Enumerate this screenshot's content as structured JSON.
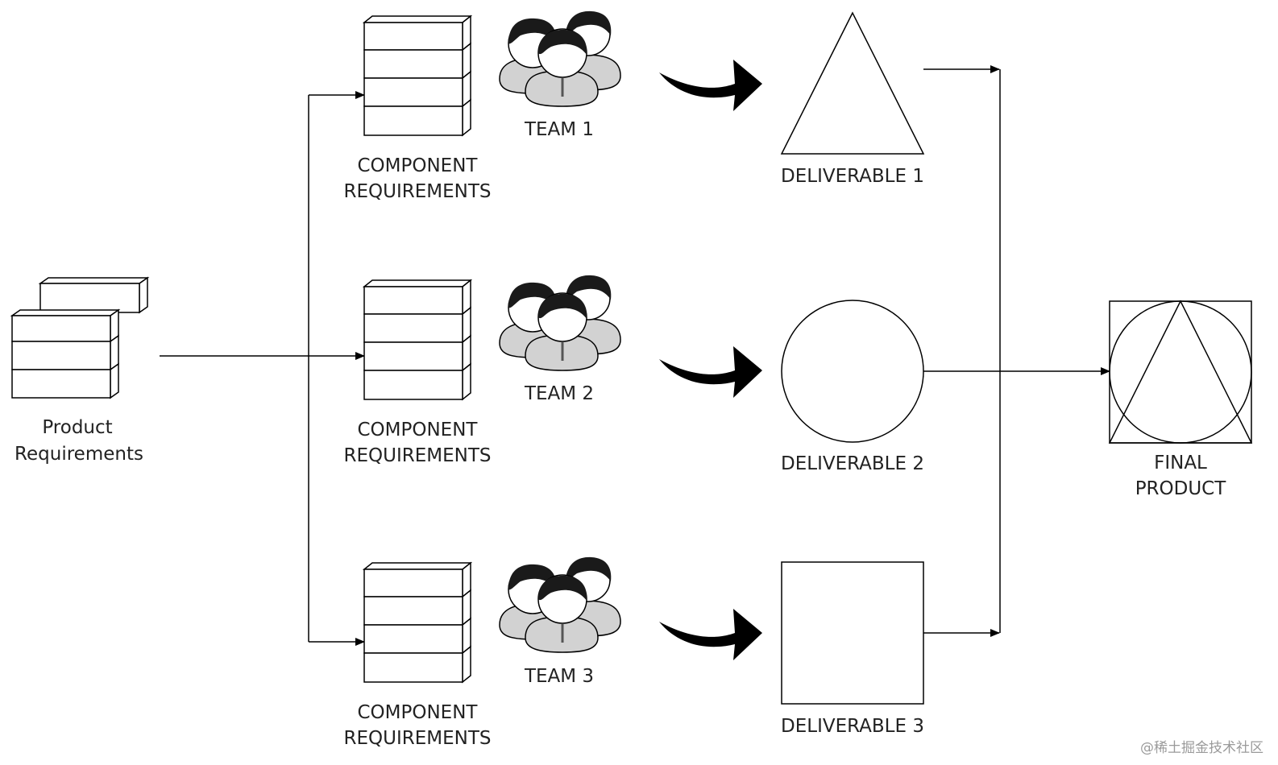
{
  "colors": {
    "line": "#000000",
    "text": "#222222",
    "person_fill": "#d2d2d2",
    "hair": "#1a1a1a",
    "watermark": "#9a9a9a"
  },
  "product": {
    "label_line1": "Product",
    "label_line2": "Requirements"
  },
  "rows": [
    {
      "component_line1": "COMPONENT",
      "component_line2": "REQUIREMENTS",
      "team_label": "TEAM 1",
      "deliverable_label": "DELIVERABLE 1",
      "deliverable_shape": "triangle"
    },
    {
      "component_line1": "COMPONENT",
      "component_line2": "REQUIREMENTS",
      "team_label": "TEAM 2",
      "deliverable_label": "DELIVERABLE 2",
      "deliverable_shape": "circle"
    },
    {
      "component_line1": "COMPONENT",
      "component_line2": "REQUIREMENTS",
      "team_label": "TEAM 3",
      "deliverable_label": "DELIVERABLE 3",
      "deliverable_shape": "square"
    }
  ],
  "final": {
    "label_line1": "FINAL",
    "label_line2": "PRODUCT"
  },
  "watermark": "@稀土掘金技术社区",
  "icons": {
    "stack": "requirements-stack-icon",
    "team": "team-people-icon",
    "flow": "curved-arrow-icon"
  }
}
